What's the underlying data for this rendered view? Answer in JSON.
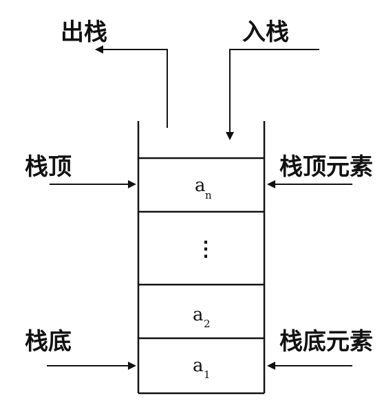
{
  "labels": {
    "pop": "出栈",
    "push": "入栈",
    "top": "栈顶",
    "top_element": "栈顶元素",
    "bottom": "栈底",
    "bottom_element": "栈底元素"
  },
  "cells": [
    {
      "base": "a",
      "sub": "n"
    },
    {
      "ellipsis": "⋮"
    },
    {
      "base": "a",
      "sub": "2"
    },
    {
      "base": "a",
      "sub": "1"
    }
  ]
}
